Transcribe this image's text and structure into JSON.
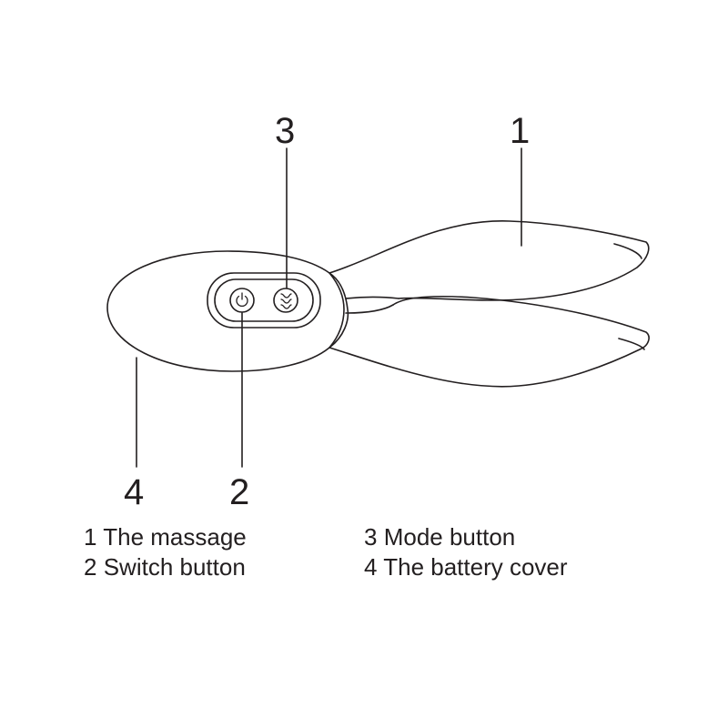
{
  "callouts": [
    {
      "id": "1",
      "label": "1"
    },
    {
      "id": "2",
      "label": "2"
    },
    {
      "id": "3",
      "label": "3"
    },
    {
      "id": "4",
      "label": "4"
    }
  ],
  "legend": [
    {
      "number": "1",
      "text": "The massage"
    },
    {
      "number": "2",
      "text": "Switch button"
    },
    {
      "number": "3",
      "text": "Mode button"
    },
    {
      "number": "4",
      "text": "The battery cover"
    }
  ],
  "icons": {
    "switch_button": "power-icon",
    "mode_button": "wave-icon"
  },
  "colors": {
    "line": "#231f20",
    "background": "#ffffff"
  }
}
